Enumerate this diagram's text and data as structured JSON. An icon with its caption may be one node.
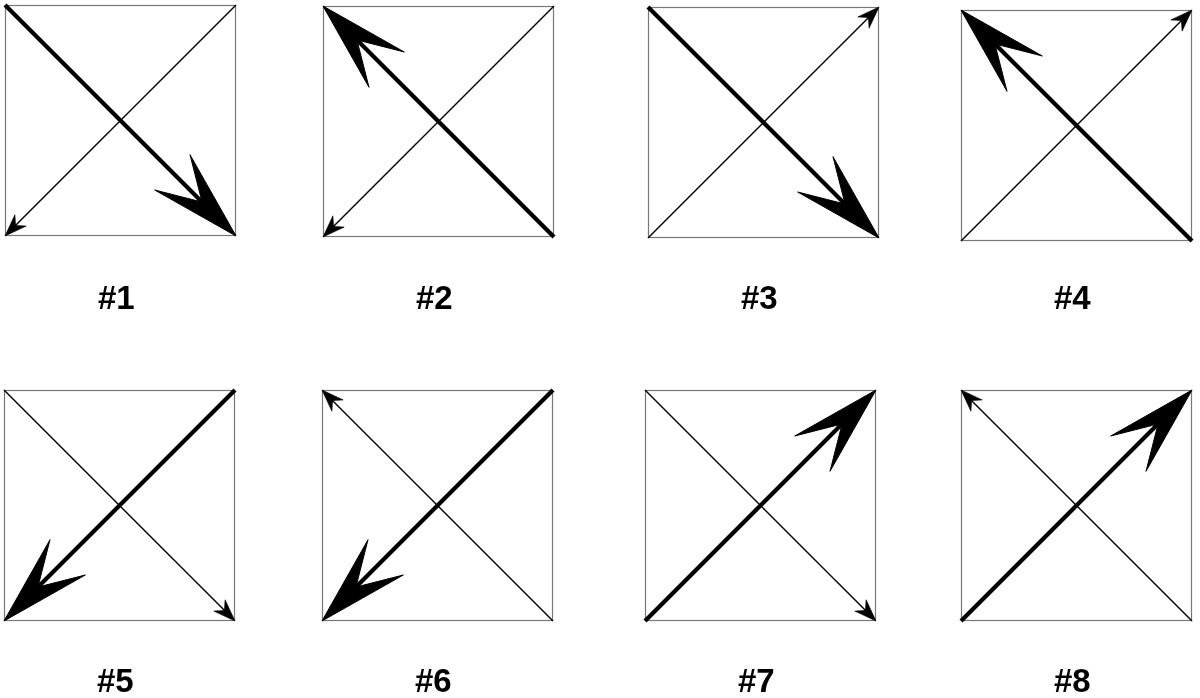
{
  "diagram": {
    "nodes": [
      {
        "text": [],
        "shape": "box",
        "beside": [
          "#1"
        ]
      },
      {
        "text": [],
        "shape": "box",
        "beside": [
          "#2"
        ]
      },
      {
        "text": [],
        "shape": "box",
        "beside": [
          "#3"
        ]
      },
      {
        "text": [],
        "shape": "box",
        "beside": [
          "#4"
        ]
      },
      {
        "text": [],
        "shape": "box",
        "beside": [
          "#5"
        ]
      },
      {
        "text": [],
        "shape": "box",
        "beside": [
          "#6"
        ]
      },
      {
        "text": [],
        "shape": "box",
        "beside": [
          "#7"
        ]
      },
      {
        "text": [],
        "shape": "box",
        "beside": [
          "#8"
        ]
      }
    ]
  }
}
